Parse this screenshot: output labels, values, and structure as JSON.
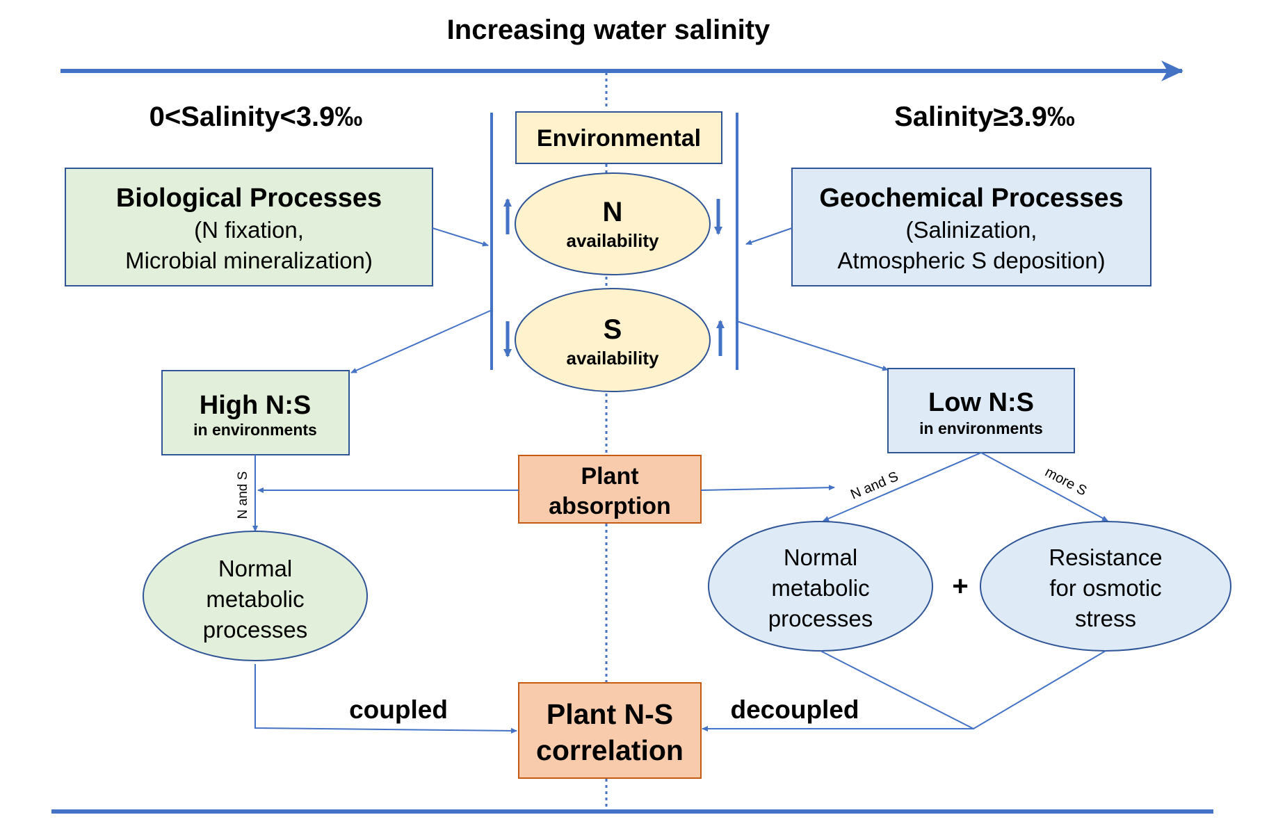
{
  "header": {
    "title": "Increasing water salinity",
    "left_condition": "0<Salinity<3.9‰",
    "right_condition": "Salinity≥3.9‰"
  },
  "environment": {
    "label": "Environmental",
    "n_symbol": "N",
    "n_label": "availability",
    "s_symbol": "S",
    "s_label": "availability"
  },
  "biological": {
    "title": "Biological Processes",
    "line1": "(N fixation,",
    "line2": "Microbial mineralization)"
  },
  "geochemical": {
    "title": "Geochemical Processes",
    "line1": "(Salinization,",
    "line2": "Atmospheric S deposition)"
  },
  "high_ns": {
    "title": "High N:S",
    "subtitle": "in environments"
  },
  "low_ns": {
    "title": "Low N:S",
    "subtitle": "in environments"
  },
  "absorption": {
    "line1": "Plant",
    "line2": "absorption"
  },
  "left_metabolic": {
    "line1": "Normal",
    "line2": "metabolic",
    "line3": "processes"
  },
  "right_metabolic": {
    "line1": "Normal",
    "line2": "metabolic",
    "line3": "processes"
  },
  "resistance": {
    "line1": "Resistance",
    "line2": "for osmotic",
    "line3": "stress"
  },
  "plus": "+",
  "correlation": {
    "line1": "Plant N-S",
    "line2": "correlation"
  },
  "edge_labels": {
    "left_n_and_s": "N and S",
    "right_n_and_s": "N and S",
    "more_s": "more S",
    "coupled": "coupled",
    "decoupled": "decoupled"
  },
  "colors": {
    "line": "#4472c4",
    "green_fill": "#e2efda",
    "blue_fill": "#deebf7",
    "yellow_fill": "#fff2cc",
    "orange_fill": "#f8cbad",
    "box_stroke": "#2f5597",
    "orange_stroke": "#c55a11"
  }
}
